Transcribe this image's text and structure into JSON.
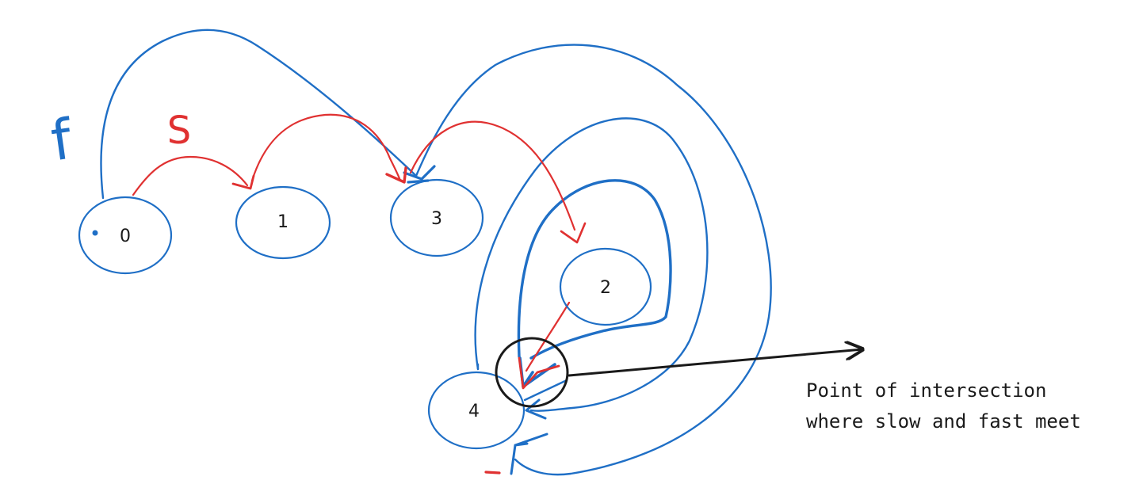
{
  "colors": {
    "fast": "#1f6fc6",
    "slow": "#e03131",
    "ink": "#1a1a1a"
  },
  "pointers": {
    "fast_label": "f",
    "slow_label": "S"
  },
  "nodes": [
    {
      "id": "0",
      "label": "0"
    },
    {
      "id": "1",
      "label": "1"
    },
    {
      "id": "3",
      "label": "3"
    },
    {
      "id": "2",
      "label": "2"
    },
    {
      "id": "4",
      "label": "4"
    }
  ],
  "annotation": {
    "line1": "Point of intersection",
    "line2": "where slow and fast meet"
  }
}
